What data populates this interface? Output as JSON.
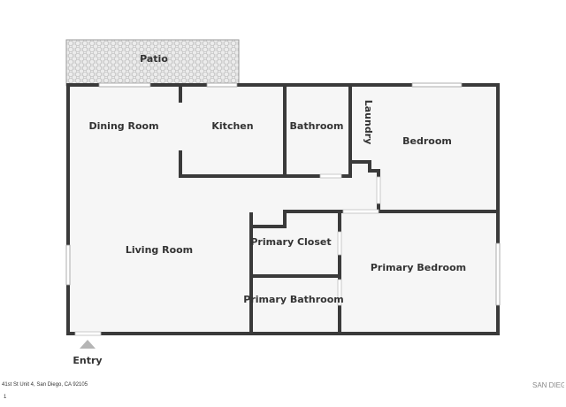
{
  "rooms": {
    "patio": "Patio",
    "dining_room": "Dining Room",
    "kitchen": "Kitchen",
    "bathroom": "Bathroom",
    "laundry": "Laundry",
    "bedroom": "Bedroom",
    "living_room": "Living Room",
    "primary_closet": "Primary Closet",
    "primary_bedroom": "Primary Bedroom",
    "primary_bathroom": "Primary Bathroom"
  },
  "entry_label": "Entry",
  "footer": {
    "address": "41st St Unit 4, San Diego, CA 92105",
    "page": "1",
    "brand": "SAN DIEG"
  },
  "colors": {
    "wall": "#3a3a3a",
    "floor": "#f6f6f6",
    "patio": "#e8e8e8",
    "window": "#ffffff",
    "entry_marker": "#b5b5b5"
  }
}
